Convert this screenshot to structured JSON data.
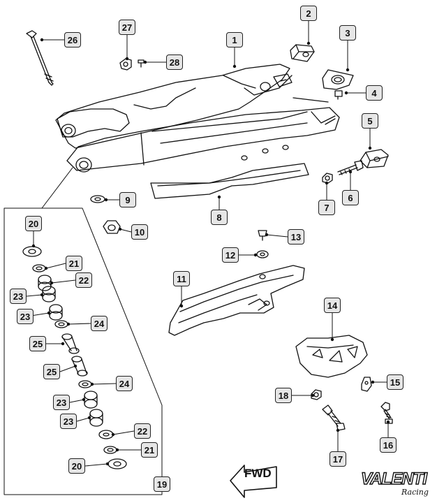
{
  "callouts": [
    "1",
    "2",
    "3",
    "4",
    "5",
    "6",
    "7",
    "8",
    "9",
    "10",
    "11",
    "12",
    "13",
    "14",
    "15",
    "16",
    "17",
    "18",
    "19",
    "20",
    "21",
    "22",
    "23",
    "23",
    "24",
    "25",
    "25",
    "24",
    "23",
    "23",
    "22",
    "21",
    "20",
    "26",
    "27",
    "28"
  ],
  "arrow_label": "FWD",
  "brand": {
    "name": "VALENTI",
    "sub": "Racing"
  }
}
